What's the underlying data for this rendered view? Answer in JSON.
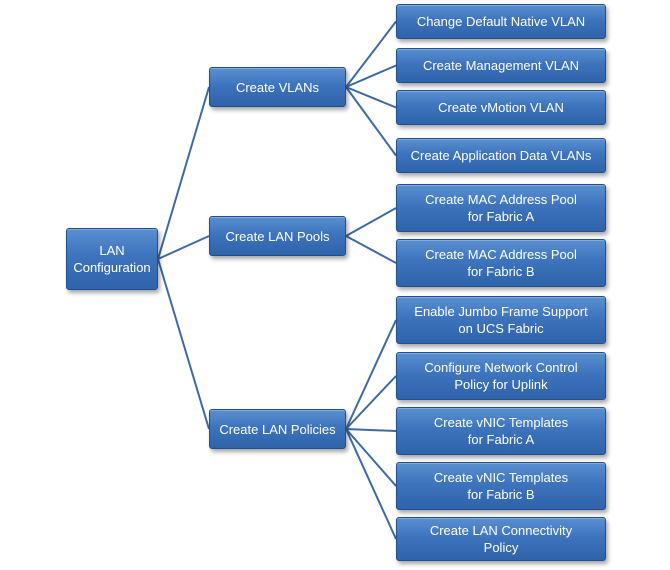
{
  "root": {
    "label": "LAN\nConfiguration"
  },
  "branches": [
    {
      "label": "Create VLANs",
      "children": [
        "Change Default Native VLAN",
        "Create Management VLAN",
        "Create vMotion VLAN",
        "Create Application Data VLANs"
      ]
    },
    {
      "label": "Create LAN Pools",
      "children": [
        "Create MAC Address Pool\nfor Fabric A",
        "Create MAC Address Pool\nfor Fabric B"
      ]
    },
    {
      "label": "Create LAN Policies",
      "children": [
        "Enable Jumbo Frame Support\non UCS Fabric",
        "Configure Network Control\nPolicy for Uplink",
        "Create vNIC Templates\nfor Fabric A",
        "Create vNIC Templates\nfor Fabric B",
        "Create LAN Connectivity\nPolicy"
      ]
    }
  ],
  "colors": {
    "box_top": "#5a8fd0",
    "box_bottom": "#2f63aa",
    "border": "#1f4f8f",
    "connector": "#3c6aa6"
  }
}
